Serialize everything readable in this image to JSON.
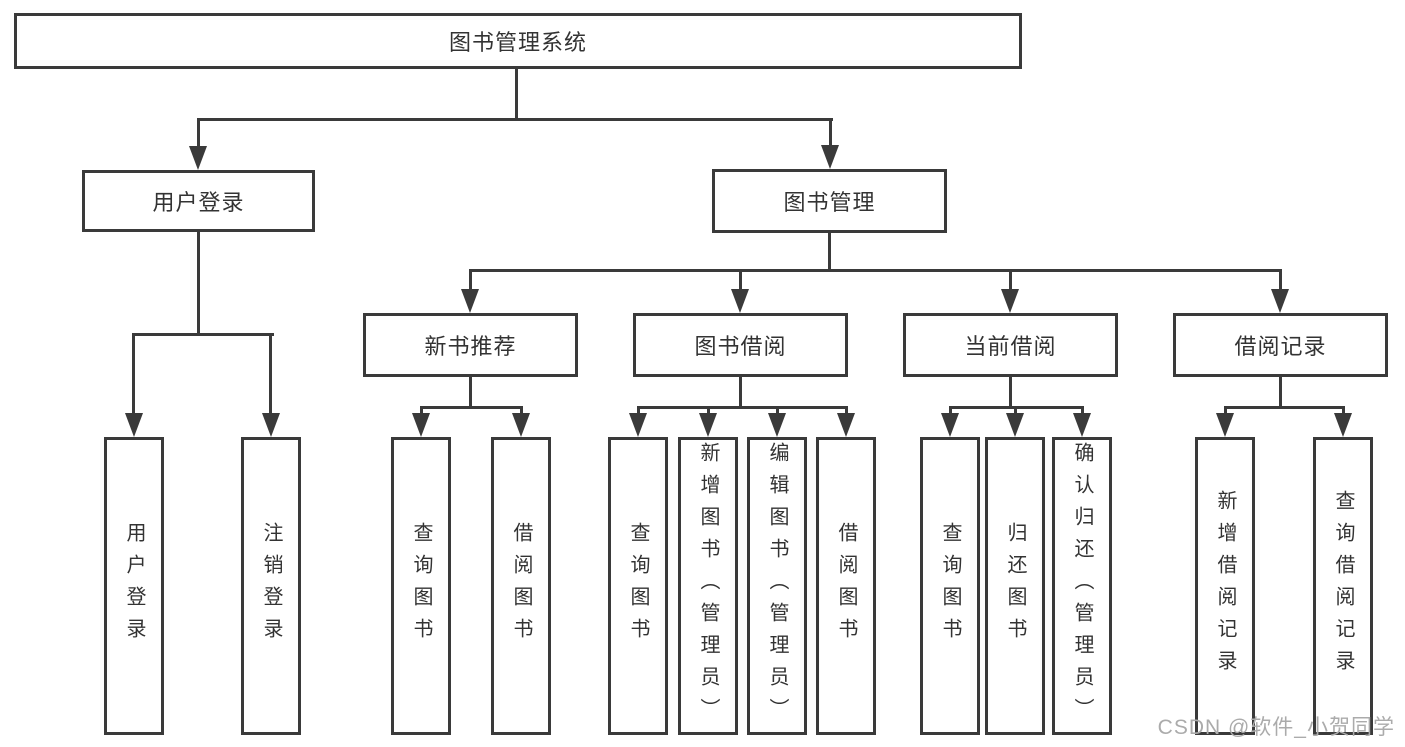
{
  "tree": {
    "root": "图书管理系统",
    "login": {
      "label": "用户登录",
      "children": [
        "用户登录",
        "注销登录"
      ]
    },
    "mgmt": {
      "label": "图书管理",
      "sections": [
        {
          "label": "新书推荐",
          "children": [
            "查询图书",
            "借阅图书"
          ]
        },
        {
          "label": "图书借阅",
          "children": [
            "查询图书",
            "新增图书（管理员）",
            "编辑图书（管理员）",
            "借阅图书"
          ]
        },
        {
          "label": "当前借阅",
          "children": [
            "查询图书",
            "归还图书",
            "确认归还（管理员）"
          ]
        },
        {
          "label": "借阅记录",
          "children": [
            "新增借阅记录",
            "查询借阅记录"
          ]
        }
      ]
    }
  },
  "watermark": {
    "text": "CSDN @软件_小贺同学"
  },
  "colors": {
    "line": "#3a3a3a",
    "text": "#333333",
    "watermark": "#ababab",
    "background": "#ffffff"
  }
}
